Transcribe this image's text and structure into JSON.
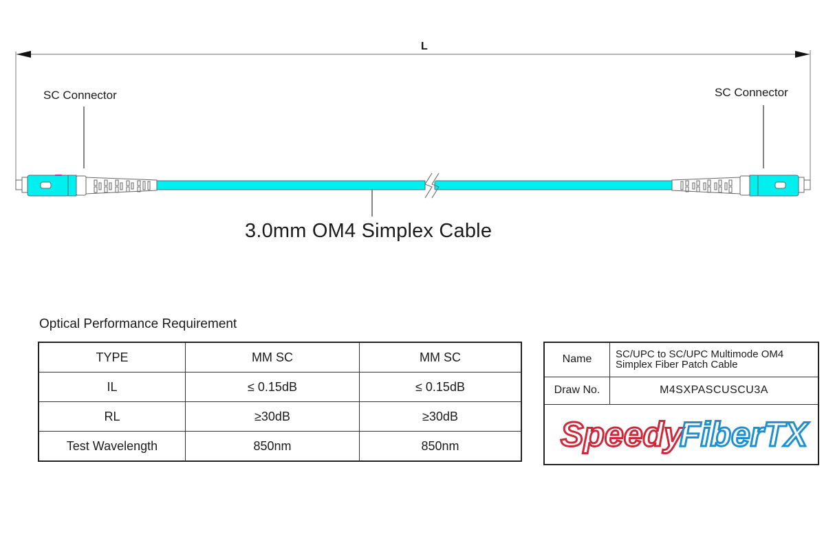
{
  "drawing": {
    "dimension_label": "L",
    "left_connector_label": "SC Connector",
    "right_connector_label": "SC Connector",
    "cable_label": "3.0mm OM4 Simplex Cable",
    "colors": {
      "cable": "#00f0f0",
      "connector_body": "#00f0f0",
      "outline": "#555555",
      "accent": "#e020c0"
    }
  },
  "performance": {
    "title": "Optical Performance Requirement",
    "columns": [
      "TYPE",
      "MM SC",
      "MM SC"
    ],
    "rows": [
      [
        "IL",
        "≤ 0.15dB",
        "≤ 0.15dB"
      ],
      [
        "RL",
        "≥30dB",
        "≥30dB"
      ],
      [
        "Test Wavelength",
        "850nm",
        "850nm"
      ]
    ]
  },
  "info": {
    "name_label": "Name",
    "name_line1": "SC/UPC to SC/UPC Multimode OM4",
    "name_line2": "Simplex Fiber Patch Cable",
    "draw_label": "Draw No.",
    "draw_value": "M4SXPASCUSCU3A",
    "logo": {
      "part1": "Speedy",
      "part2": "FiberTX",
      "color1": "#d0283a",
      "color2": "#1e90d0"
    }
  }
}
